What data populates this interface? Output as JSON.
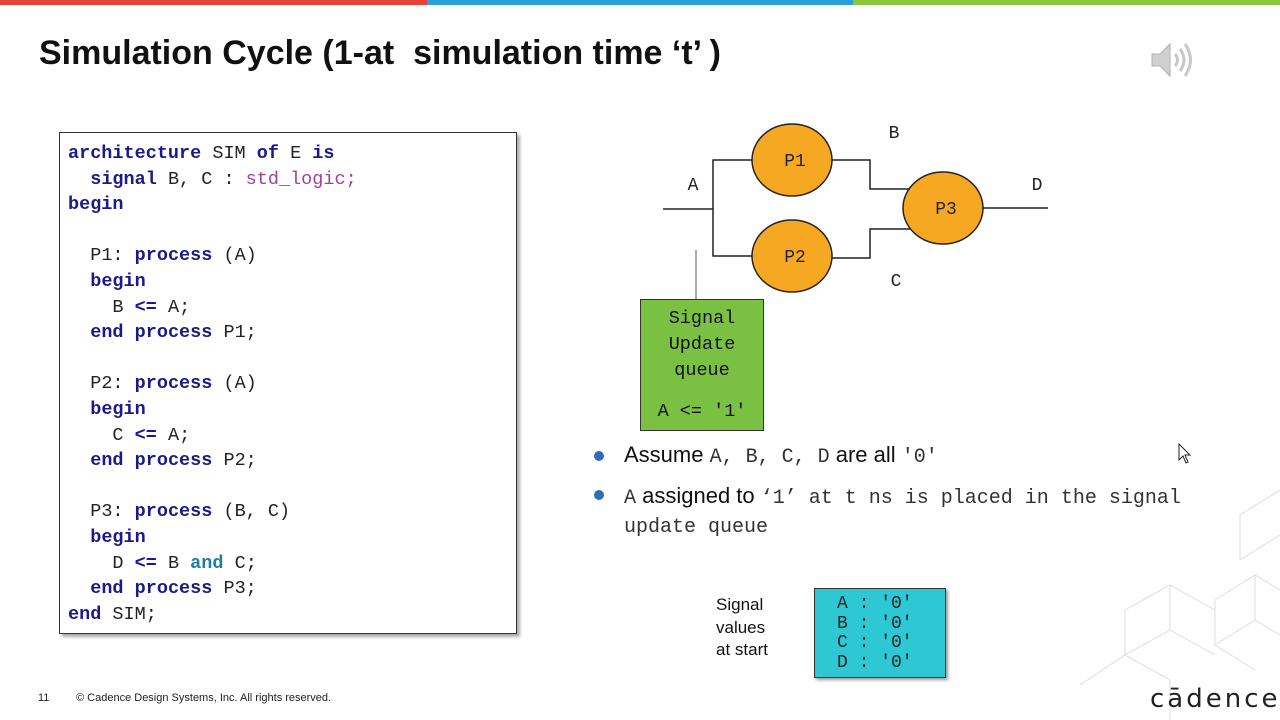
{
  "slide": {
    "title": "Simulation Cycle (1-at  simulation time ‘t’ )",
    "page_number": "11",
    "copyright": "© Cadence Design Systems, Inc. All rights reserved.",
    "logo": "cādence",
    "top_bar_colors": [
      "#e8413a",
      "#2a9fd8",
      "#8cc63f"
    ]
  },
  "code": {
    "l1_kw1": "architecture",
    "l1_t1": " SIM ",
    "l1_kw2": "of",
    "l1_t2": " E ",
    "l1_kw3": "is",
    "l2_kw": "signal",
    "l2_t": " B, C : ",
    "l2_type": "std_logic;",
    "l3_kw": "begin",
    "p1_head": "P1: ",
    "p1_kw": "process",
    "p1_sens": " (A)",
    "p1_begin": "begin",
    "p1_stmt_t": "B ",
    "p1_stmt_op": "<=",
    "p1_stmt_rhs": " A;",
    "p1_end1": "end",
    "p1_end2": "process",
    "p1_end_t": " P1;",
    "p2_head": "P2: ",
    "p2_kw": "process",
    "p2_sens": " (A)",
    "p2_begin": "begin",
    "p2_stmt_t": "C ",
    "p2_stmt_op": "<=",
    "p2_stmt_rhs": " A;",
    "p2_end1": "end",
    "p2_end2": "process",
    "p2_end_t": " P2;",
    "p3_head": "P3: ",
    "p3_kw": "process",
    "p3_sens": " (B, C)",
    "p3_begin": "begin",
    "p3_stmt_t": "D ",
    "p3_stmt_op": "<=",
    "p3_stmt_b": " B ",
    "p3_stmt_and": "and",
    "p3_stmt_c": " C;",
    "p3_end1": "end",
    "p3_end2": "process",
    "p3_end_t": " P3;",
    "last_kw": "end",
    "last_t": " SIM;"
  },
  "diagram": {
    "labels": {
      "a": "A",
      "b": "B",
      "c": "C",
      "d": "D"
    },
    "processes": {
      "p1": "P1",
      "p2": "P2",
      "p3": "P3"
    },
    "process_color": "#f7a823"
  },
  "queue": {
    "title_lines": [
      "Signal",
      "Update",
      "queue"
    ],
    "entry": "A <= '1'",
    "color": "#7ac143"
  },
  "bullets": {
    "b1_text": "Assume ",
    "b1_mono": "A, B, C, D",
    "b1_text2": " are all ",
    "b1_mono2": "'0'",
    "b2_mono1": "A",
    "b2_text": " assigned to ",
    "b2_mono2": "‘1’ at t ns is placed in the signal update queue"
  },
  "signal_values": {
    "label_lines": [
      "Signal",
      "values",
      "at start"
    ],
    "rows": [
      "A : '0'",
      "B : '0'",
      "C : '0'",
      "D : '0'"
    ],
    "color": "#2ec8d4"
  }
}
